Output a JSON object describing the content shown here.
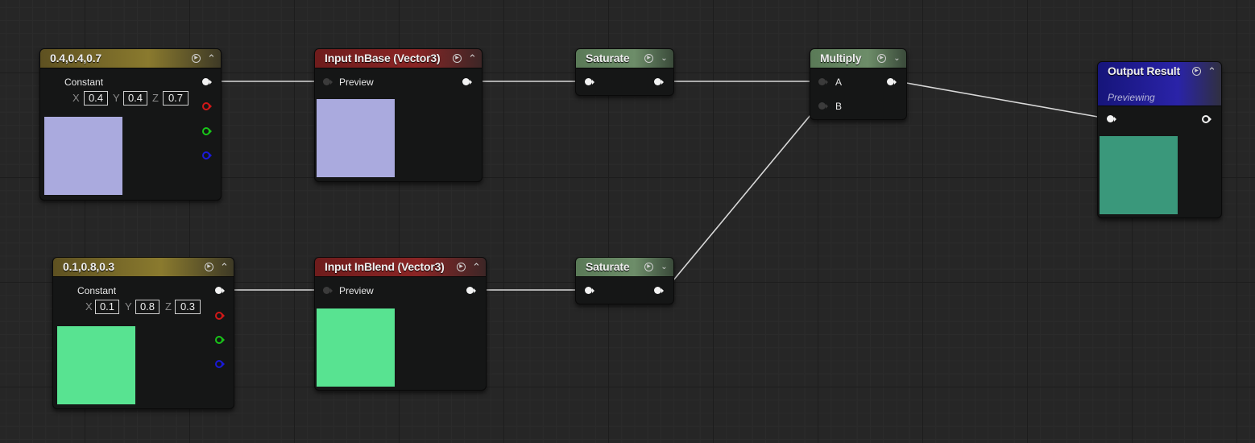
{
  "colors": {
    "wire": "#d8d8d8",
    "pin_red": "#d01818",
    "pin_green": "#19c419",
    "pin_blue": "#1a1ad8",
    "base_swatch": "#aaaade",
    "blend_swatch": "#58e391",
    "result_swatch": "#3a987b"
  },
  "icons": {
    "preview_toggle": "play-circle-icon",
    "collapse": "chevron-up-icon",
    "expand": "chevron-down-icon"
  },
  "nodes": {
    "const_a": {
      "title": "0.4,0.4,0.7",
      "label": "Constant",
      "x_axis": "X",
      "y_axis": "Y",
      "z_axis": "Z",
      "x": "0.4",
      "y": "0.4",
      "z": "0.7"
    },
    "const_b": {
      "title": "0.1,0.8,0.3",
      "label": "Constant",
      "x_axis": "X",
      "y_axis": "Y",
      "z_axis": "Z",
      "x": "0.1",
      "y": "0.8",
      "z": "0.3"
    },
    "input_base": {
      "title": "Input InBase (Vector3)",
      "pin_label": "Preview"
    },
    "input_blend": {
      "title": "Input InBlend (Vector3)",
      "pin_label": "Preview"
    },
    "saturate_top": {
      "title": "Saturate"
    },
    "saturate_bottom": {
      "title": "Saturate"
    },
    "multiply": {
      "title": "Multiply",
      "pin_a": "A",
      "pin_b": "B"
    },
    "output": {
      "title": "Output Result",
      "subtitle": "Previewing"
    }
  }
}
